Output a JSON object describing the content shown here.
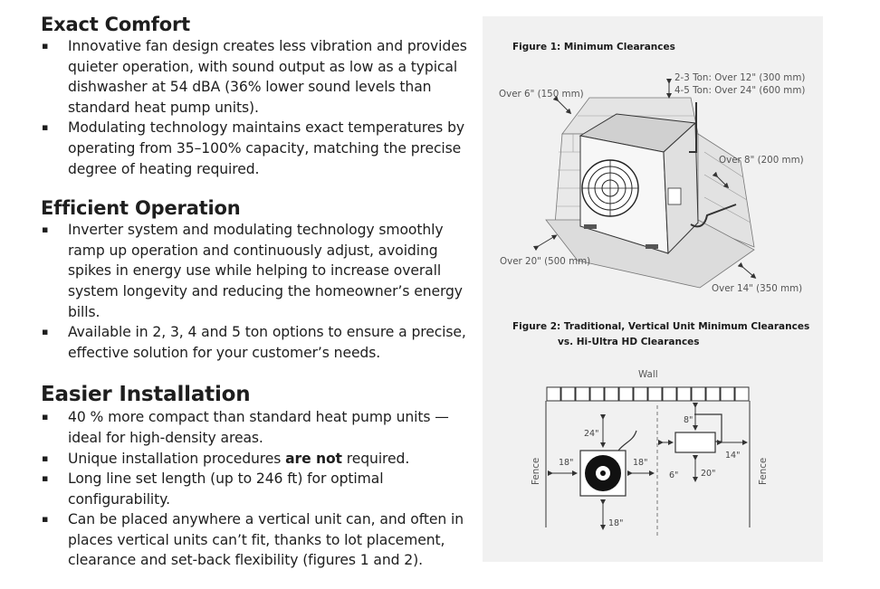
{
  "sections": [
    {
      "heading": "Exact Comfort",
      "bullets": [
        "Innovative fan design creates less vibration and  provides quieter operation, with sound output as low as a typical dishwasher at 54 dBA (36% lower sound levels than standard heat pump units).",
        "Modulating technology maintains exact temperatures by operating from 35–100% capacity, matching the precise degree of heating required."
      ]
    },
    {
      "heading": "Efficient Operation",
      "bullets": [
        "Inverter system and modulating technology smoothly ramp up operation and continuously adjust, avoiding spikes in energy use while helping to increase overall system longevity and reducing the homeowner’s energy bills.",
        "Available in 2, 3, 4 and 5 ton options to ensure a precise, effective solution for your customer’s needs."
      ]
    },
    {
      "heading": "Easier Installation",
      "bullets": [
        "40 % more compact than standard heat pump units — ideal for high-density areas.",
        {
          "before": "Unique installation procedures ",
          "bold": "are not",
          "after": " required."
        },
        "Long line set length (up to 246 ft) for optimal configurability.",
        "Can be placed anywhere a vertical unit can, and often in places vertical units can’t fit, thanks to lot placement, clearance and set-back flexibility (figures 1 and 2)."
      ]
    }
  ],
  "bullet_glyph": "▪",
  "figure1": {
    "title": "Figure 1: Minimum Clearances",
    "top_line1": "2-3 Ton: Over 12\" (300 mm)",
    "top_line2": "4-5 Ton: Over 24\" (600 mm)",
    "left": "Over 6\" (150 mm)",
    "right": "Over 8\" (200 mm)",
    "front": "Over 20\" (500 mm)",
    "front_right": "Over 14\" (350 mm)"
  },
  "figure2": {
    "title_line1": "Figure 2: Traditional, Vertical Unit Minimum Clearances",
    "title_line2": "vs. Hi-Ultra HD Clearances",
    "wall": "Wall",
    "fence_left": "Fence",
    "fence_right": "Fence",
    "vertical_top": "24\"",
    "vertical_left": "18\"",
    "vertical_right": "18\"",
    "vertical_bottom": "18\"",
    "hd_top": "8\"",
    "hd_left": "6\"",
    "hd_bottom": "20\"",
    "hd_right": "14\""
  },
  "colors": {
    "panel_bg": "#f1f1f1",
    "text": "#1e1e1e",
    "diagram_line": "#555555"
  }
}
